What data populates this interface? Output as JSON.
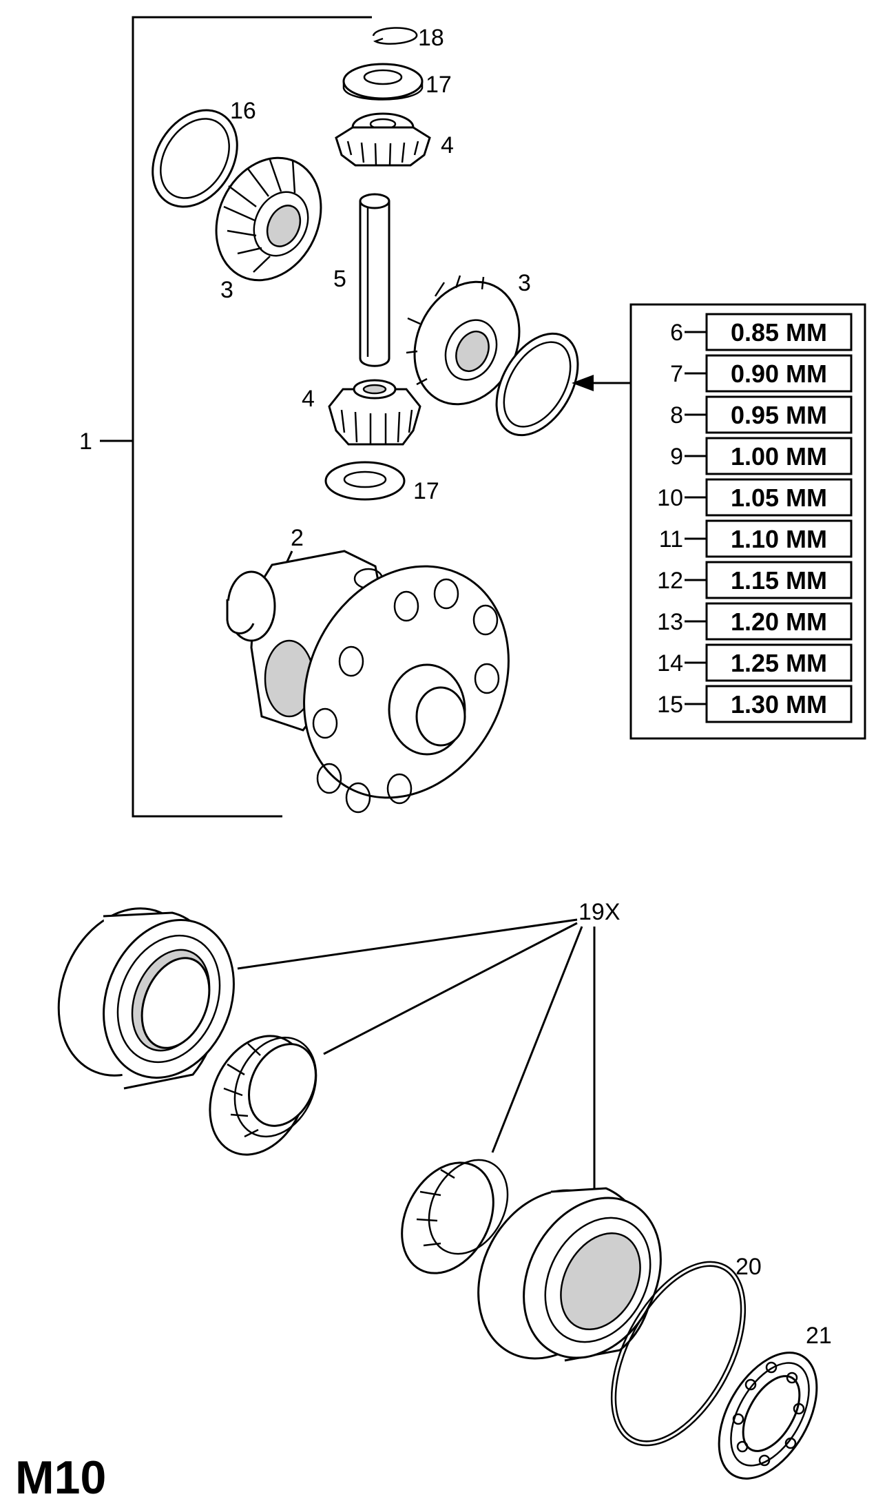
{
  "diagram_code": "M10",
  "callouts": {
    "assembly": "1",
    "housing": "2",
    "side_gear_left": "3",
    "side_gear_right": "3",
    "pinion_top": "4",
    "pinion_bottom": "4",
    "shaft": "5",
    "shim_ring": "16",
    "thrust_washer_top": "17",
    "thrust_washer_bottom": "17",
    "snap_ring": "18",
    "bearing_set": "19X",
    "retaining_ring": "20",
    "small_bearing": "21"
  },
  "shim_table": {
    "rows": [
      {
        "ref": "6",
        "thickness": "0.85 MM"
      },
      {
        "ref": "7",
        "thickness": "0.90 MM"
      },
      {
        "ref": "8",
        "thickness": "0.95 MM"
      },
      {
        "ref": "9",
        "thickness": "1.00 MM"
      },
      {
        "ref": "10",
        "thickness": "1.05 MM"
      },
      {
        "ref": "11",
        "thickness": "1.10 MM"
      },
      {
        "ref": "12",
        "thickness": "1.15 MM"
      },
      {
        "ref": "13",
        "thickness": "1.20 MM"
      },
      {
        "ref": "14",
        "thickness": "1.25 MM"
      },
      {
        "ref": "15",
        "thickness": "1.30 MM"
      }
    ]
  }
}
